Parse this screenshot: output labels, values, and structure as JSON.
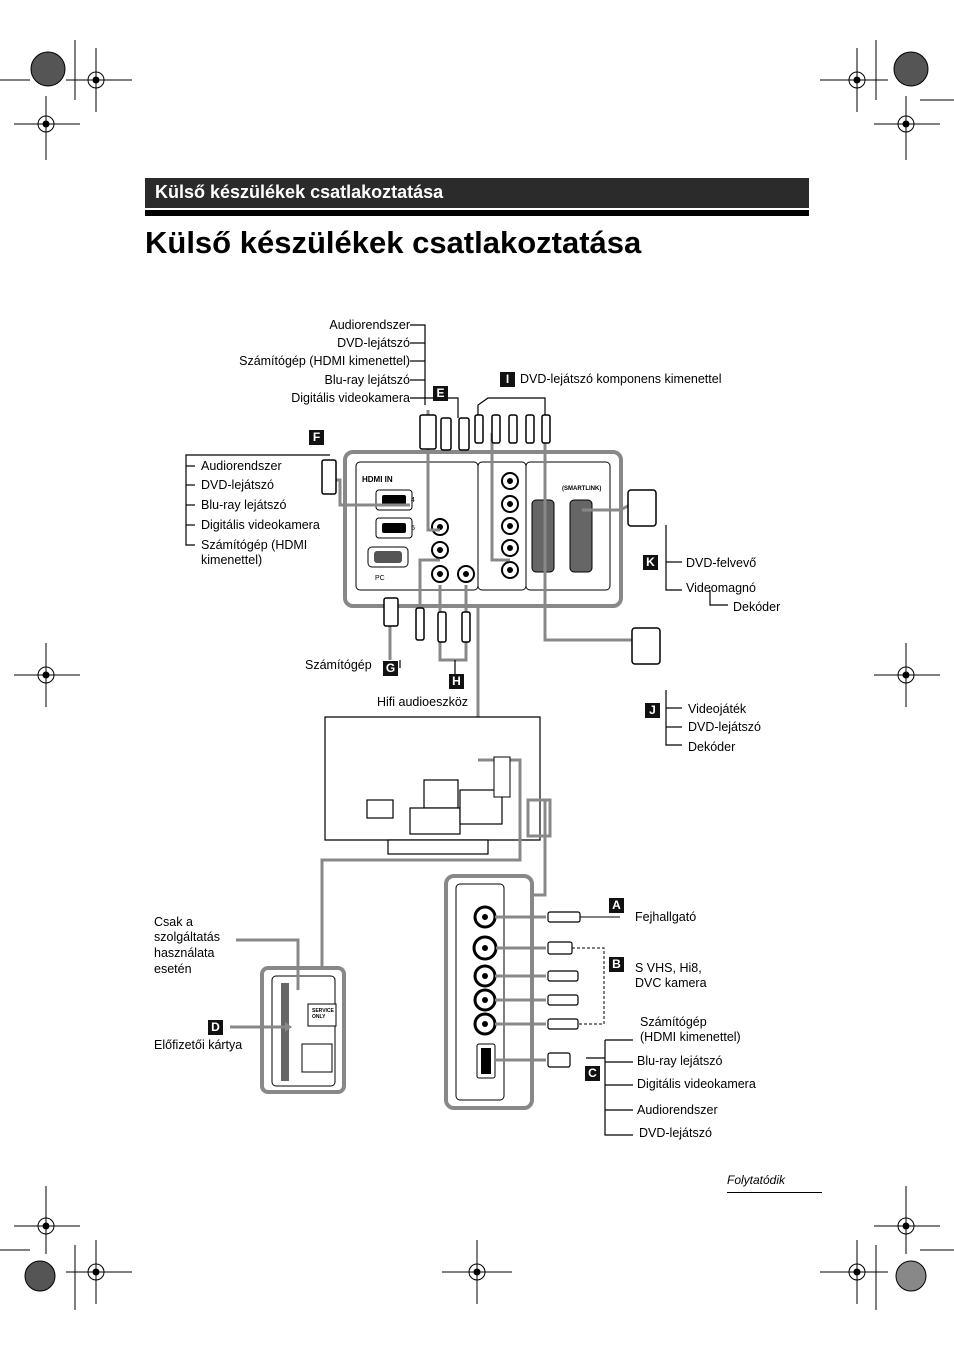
{
  "header": {
    "section_title": "Külső készülékek csatlakoztatása",
    "page_title": "Külső készülékek csatlakoztatása"
  },
  "diagram": {
    "group_e": {
      "tag": "E",
      "items": [
        "Audiorendszer",
        "DVD-lejátszó",
        "Számítógép (HDMI kimenettel)",
        "Blu-ray lejátszó",
        "Digitális videokamera"
      ]
    },
    "group_i": {
      "tag": "I",
      "label": "DVD-lejátszó komponens kimenettel"
    },
    "group_f": {
      "tag": "F",
      "items": [
        "Audiorendszer",
        "DVD-lejátszó",
        "Blu-ray lejátszó",
        "Digitális videokamera",
        "Számítógép (HDMI",
        "kimenettel)"
      ]
    },
    "group_k": {
      "tag": "K",
      "items": [
        "DVD-felvevő",
        "Videomagnó",
        "Dekóder"
      ]
    },
    "group_g": {
      "tag": "G",
      "label": "Számítógép"
    },
    "group_h": {
      "tag": "H",
      "label": "Hifi audioeszköz"
    },
    "group_j": {
      "tag": "J",
      "items": [
        "Videojáték",
        "DVD-lejátszó",
        "Dekóder"
      ]
    },
    "group_a": {
      "tag": "A",
      "label": "Fejhallgató"
    },
    "group_b": {
      "tag": "B",
      "items": [
        "S VHS, Hi8,",
        "DVC kamera"
      ]
    },
    "group_c": {
      "tag": "C",
      "items": [
        "Számítógép",
        "(HDMI kimenettel)",
        "Blu-ray lejátszó",
        "Digitális videokamera",
        "Audiorendszer",
        "DVD-lejátszó"
      ]
    },
    "service": {
      "items": [
        "Csak a",
        "szolgáltatás",
        "használata",
        "esetén"
      ]
    },
    "group_d": {
      "tag": "D",
      "label": "Előfizetői kártya"
    },
    "panel": {
      "hdmi_in": "IN",
      "hdmi_4": "4",
      "hdmi_5": "5",
      "pc": "PC",
      "smartlink": "(SMARTLINK)",
      "service_only": [
        "SERVICE",
        "ONLY"
      ]
    }
  },
  "footer": {
    "continue": "Folytatódik"
  }
}
